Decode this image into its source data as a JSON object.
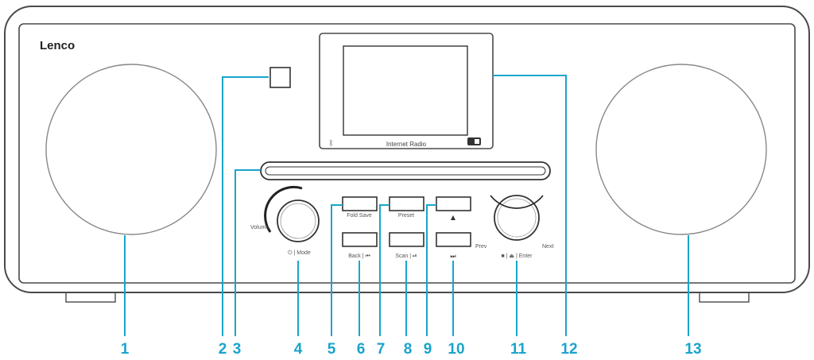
{
  "device": {
    "brand": "Lenco",
    "display_text": "Internet Radio",
    "display_icons": [
      "bluetooth-icon",
      "dab-icon"
    ],
    "buttons": {
      "fold_save": "Fold Save",
      "preset": "Preset",
      "back": "Back | ⏮",
      "scan": "Scan | ⏯",
      "volume": "Volume",
      "mode": "⏻ | Mode",
      "prev": "Prev",
      "next": "Next",
      "enter": "■ | ⏏ | Enter",
      "eject_icon": "▲",
      "forward_icon": "⏭"
    }
  },
  "callouts": [
    "1",
    "2",
    "3",
    "4",
    "5",
    "6",
    "7",
    "8",
    "9",
    "10",
    "11",
    "12",
    "13"
  ],
  "colors": {
    "callout": "#1aa4cc",
    "outline": "#4a4a4a"
  }
}
